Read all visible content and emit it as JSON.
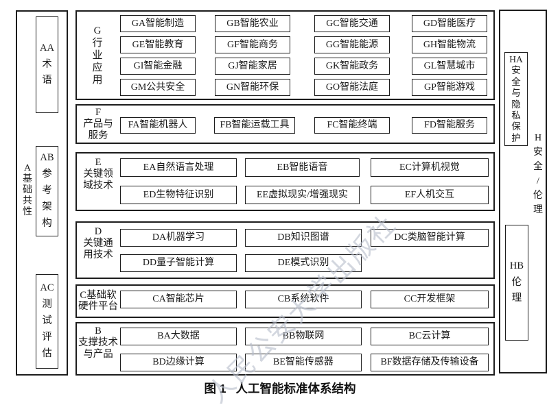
{
  "caption": {
    "figure_label": "图 1",
    "figure_title": "人工智能标准体系结构"
  },
  "watermark": "人民公安大学出版社",
  "left_column": {
    "group_label_lines": [
      "A",
      "基",
      "础",
      "共",
      "性"
    ],
    "items": [
      {
        "id": "AA",
        "label_lines": [
          "AA",
          "术",
          "语"
        ]
      },
      {
        "id": "AB",
        "label_lines": [
          "AB",
          "参",
          "考",
          "架",
          "构"
        ]
      },
      {
        "id": "AC",
        "label_lines": [
          "AC",
          "测",
          "试",
          "评",
          "估"
        ]
      }
    ]
  },
  "right_column": {
    "group_label_lines": [
      "H",
      "安",
      "全",
      "/",
      "伦",
      "理"
    ],
    "items": [
      {
        "id": "HA",
        "label_lines": [
          "HA",
          "安",
          "全",
          "与",
          "隐",
          "私",
          "保",
          "护"
        ]
      },
      {
        "id": "HB",
        "label_lines": [
          "HB",
          "伦",
          "理"
        ]
      }
    ]
  },
  "rows": [
    {
      "id": "G",
      "label_lines": [
        "G",
        "行",
        "业",
        "应",
        "用"
      ],
      "boxes": [
        "GA智能制造",
        "GB智能农业",
        "GC智能交通",
        "GD智能医疗",
        "GE智能教育",
        "GF智能商务",
        "GG智能能源",
        "GH智能物流",
        "GI智能金融",
        "GJ智能家居",
        "GK智能政务",
        "GL智慧城市",
        "GM公共安全",
        "GN智能环保",
        "GO智能法庭",
        "GP智能游戏"
      ]
    },
    {
      "id": "F",
      "label_lines": [
        "F",
        "产品与",
        "服务"
      ],
      "boxes": [
        "FA智能机器人",
        "FB智能运载工具",
        "FC智能终端",
        "FD智能服务"
      ]
    },
    {
      "id": "E",
      "label_lines": [
        "E",
        "关键领",
        "域技术"
      ],
      "boxes": [
        "EA自然语言处理",
        "EB智能语音",
        "EC计算机视觉",
        "ED生物特征识别",
        "EE虚拟现实/增强现实",
        "EF人机交互"
      ]
    },
    {
      "id": "D",
      "label_lines": [
        "D",
        "关键通",
        "用技术"
      ],
      "boxes": [
        "DA机器学习",
        "DB知识图谱",
        "DC类脑智能计算",
        "DD量子智能计算",
        "DE模式识别"
      ]
    },
    {
      "id": "C",
      "label_lines": [
        "C基础软",
        "硬件平台"
      ],
      "boxes": [
        "CA智能芯片",
        "CB系统软件",
        "CC开发框架"
      ]
    },
    {
      "id": "B",
      "label_lines": [
        "B",
        "支撑技术",
        "与产品"
      ],
      "boxes": [
        "BA大数据",
        "BB物联网",
        "BC云计算",
        "BD边缘计算",
        "BE智能传感器",
        "BF数据存储及传输设备"
      ]
    }
  ]
}
